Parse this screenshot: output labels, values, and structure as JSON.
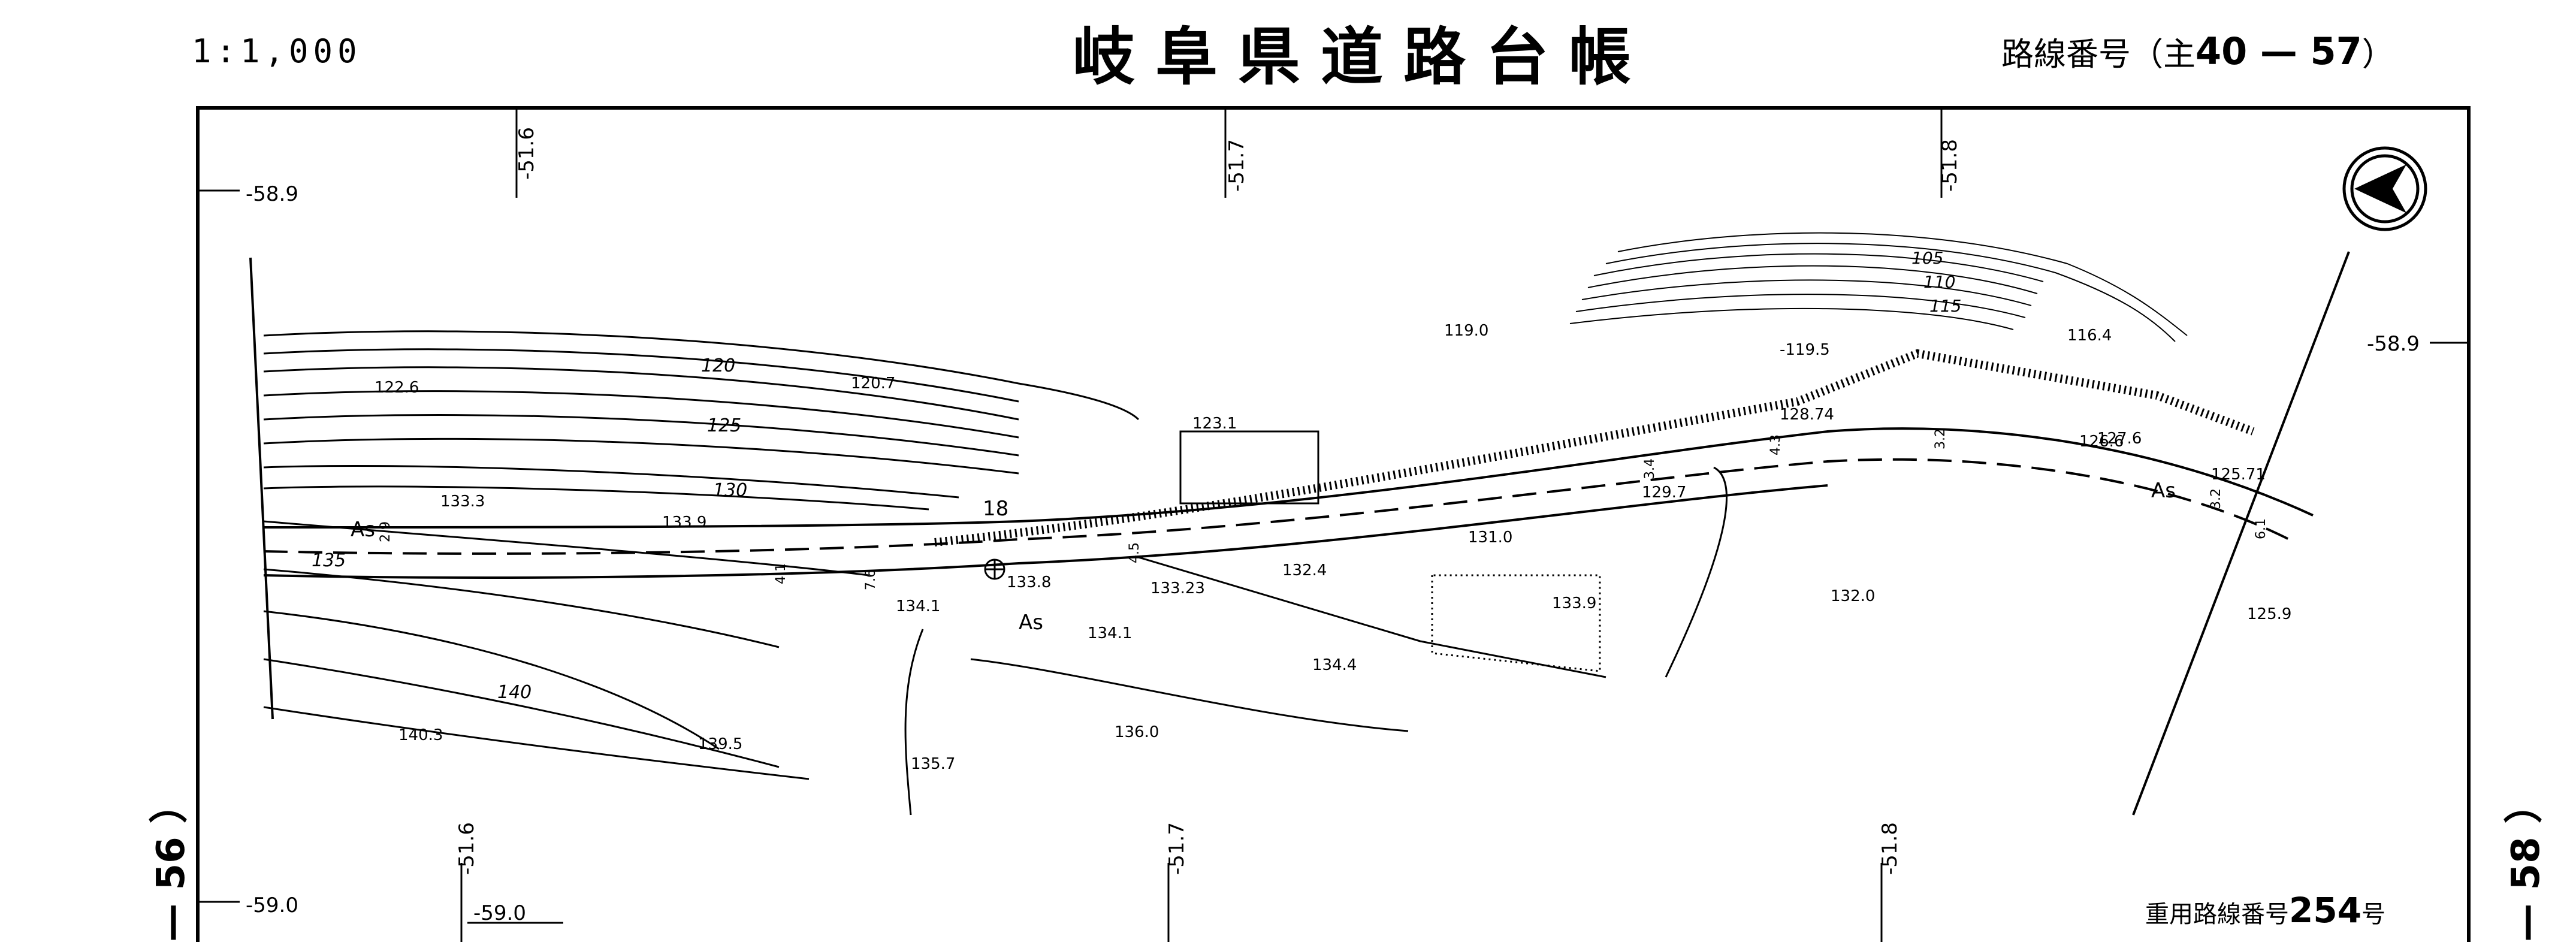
{
  "header": {
    "scale": "1:1,000",
    "title": "岐阜県道路台帳",
    "route_prefix": "路線番号（主",
    "route_number": "40 — 57",
    "route_suffix": "）"
  },
  "sheet": {
    "left_ref": "— 56 ）",
    "right_ref": "— 58 ）"
  },
  "footer": {
    "registry_prefix": "重用路線番号",
    "registry_number": "254",
    "registry_suffix": "号"
  },
  "grid": {
    "top_labels": [
      "-51.6",
      "-51.7",
      "-51.8"
    ],
    "bottom_labels": [
      "-51.6",
      "-51.7",
      "-51.8"
    ],
    "left_top": "-58.9",
    "right_top": "-58.9",
    "left_bottom": "-59.0",
    "left_bottom_2": "-59.0"
  },
  "map": {
    "contours": [
      "105",
      "110",
      "115",
      "120",
      "125",
      "130",
      "135",
      "140"
    ],
    "elevations": [
      "-119.5",
      "116.4",
      "119.0",
      "120.7",
      "122.6",
      "123.1",
      "127.6",
      "128.74",
      "126.6",
      "125.71",
      "129.7",
      "131.0",
      "133.3",
      "133.9",
      "133.8",
      "133.23",
      "132.4",
      "133.9",
      "134.1",
      "134.1",
      "134.4",
      "132.0",
      "125.9",
      "136.0",
      "135.7",
      "139.5",
      "140.3"
    ],
    "surface_labels": [
      "As",
      "As",
      "As"
    ],
    "marker_18": "18",
    "dim_labels": [
      "2.9",
      "4.1",
      "7.6",
      "4.5",
      "3.4",
      "4.3",
      "3.2",
      "3.2",
      "6.1"
    ]
  },
  "colors": {
    "ink": "#000000",
    "paper": "#ffffff"
  },
  "icons": [
    "north-arrow-icon",
    "survey-benchmark-icon"
  ]
}
